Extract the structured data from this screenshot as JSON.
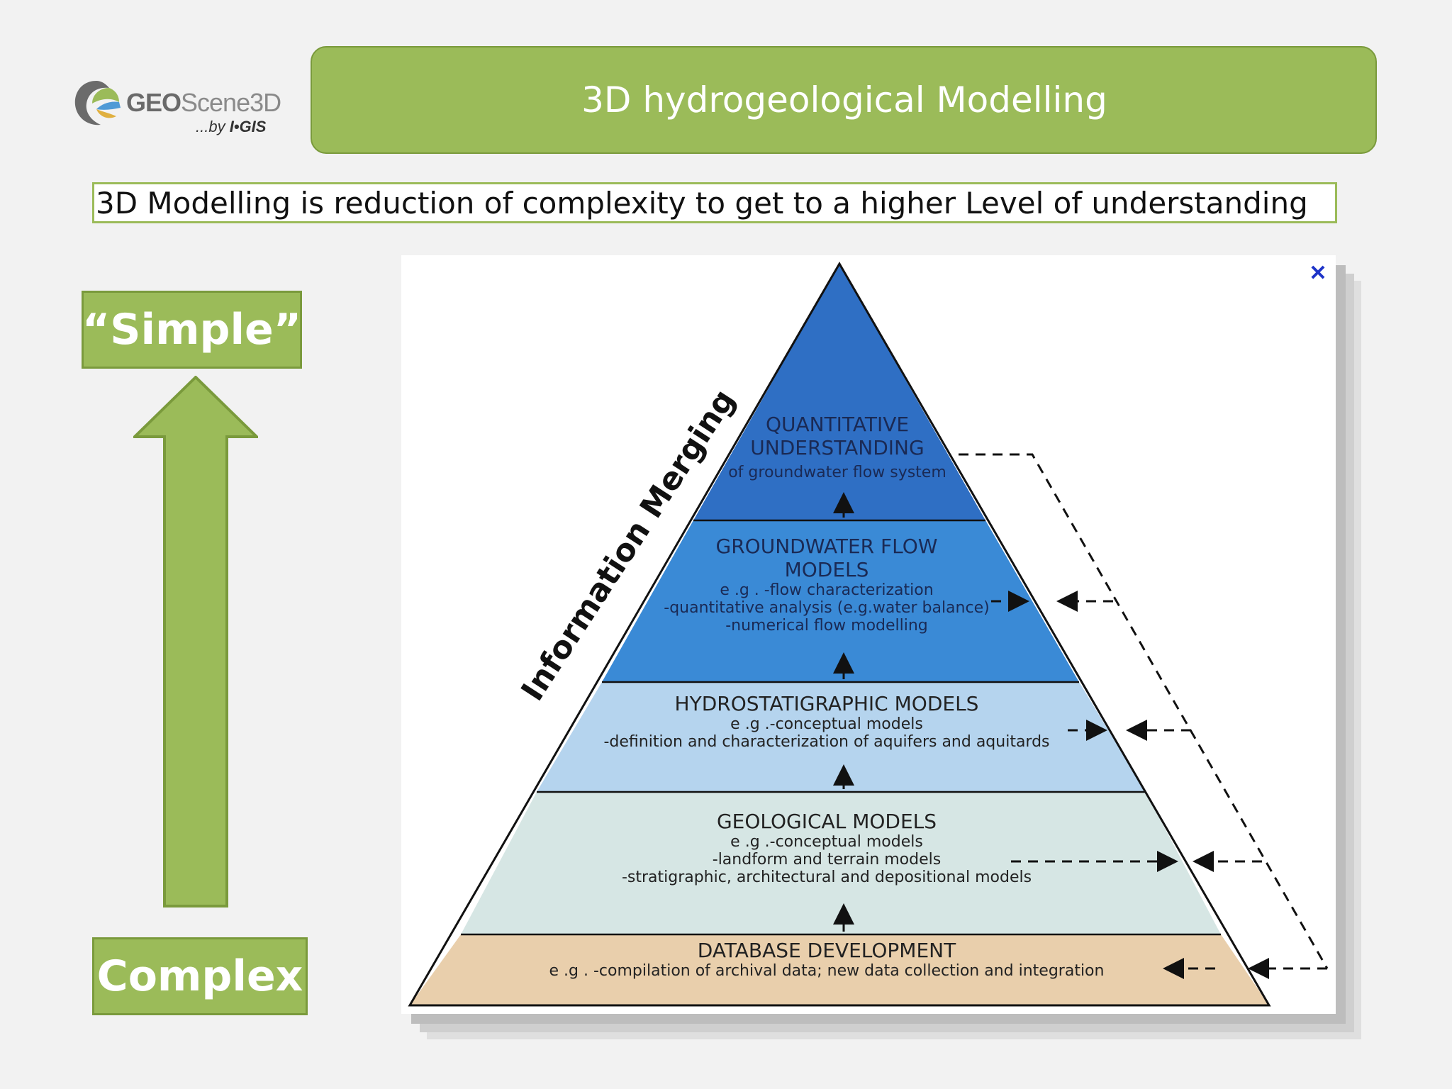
{
  "logo": {
    "brand_bold": "GEO",
    "brand_light": "Scene3D",
    "sub_prefix": "...by ",
    "sub_brand": "I•GIS"
  },
  "header": {
    "title": "3D hydrogeological Modelling"
  },
  "subtitle": "3D Modelling is reduction of complexity to get to a higher Level of understanding",
  "scale": {
    "top_label": "“Simple”",
    "bottom_label": "Complex"
  },
  "diagram": {
    "side_label": "Information Merging",
    "close_symbol": "✕",
    "levels": [
      {
        "title1": "QUANTITATIVE",
        "title2": "UNDERSTANDING",
        "line1": "of groundwater flow system",
        "color": "#2f6fc4"
      },
      {
        "title1": "GROUNDWATER FLOW",
        "title2": "MODELS",
        "line1": "e .g . -flow characterization",
        "line2": "-quantitative analysis (e.g.water balance)",
        "line3": "-numerical flow modelling",
        "color": "#3a8ad6"
      },
      {
        "title1": "HYDROSTATIGRAPHIC MODELS",
        "line1": "e .g .-conceptual models",
        "line2": "-definition and characterization of aquifers and aquitards",
        "color": "#b5d4ee"
      },
      {
        "title1": "GEOLOGICAL MODELS",
        "line1": "e .g .-conceptual models",
        "line2": "-landform and terrain models",
        "line3": "-stratigraphic, architectural and depositional models",
        "color": "#d6e6e4"
      },
      {
        "title1": "DATABASE DEVELOPMENT",
        "line1": "e .g .   -compilation of archival data; new data collection and integration",
        "color": "#e9cfac"
      }
    ]
  },
  "colors": {
    "accent_green": "#9bbb59",
    "green_border": "#7a9a3c"
  }
}
